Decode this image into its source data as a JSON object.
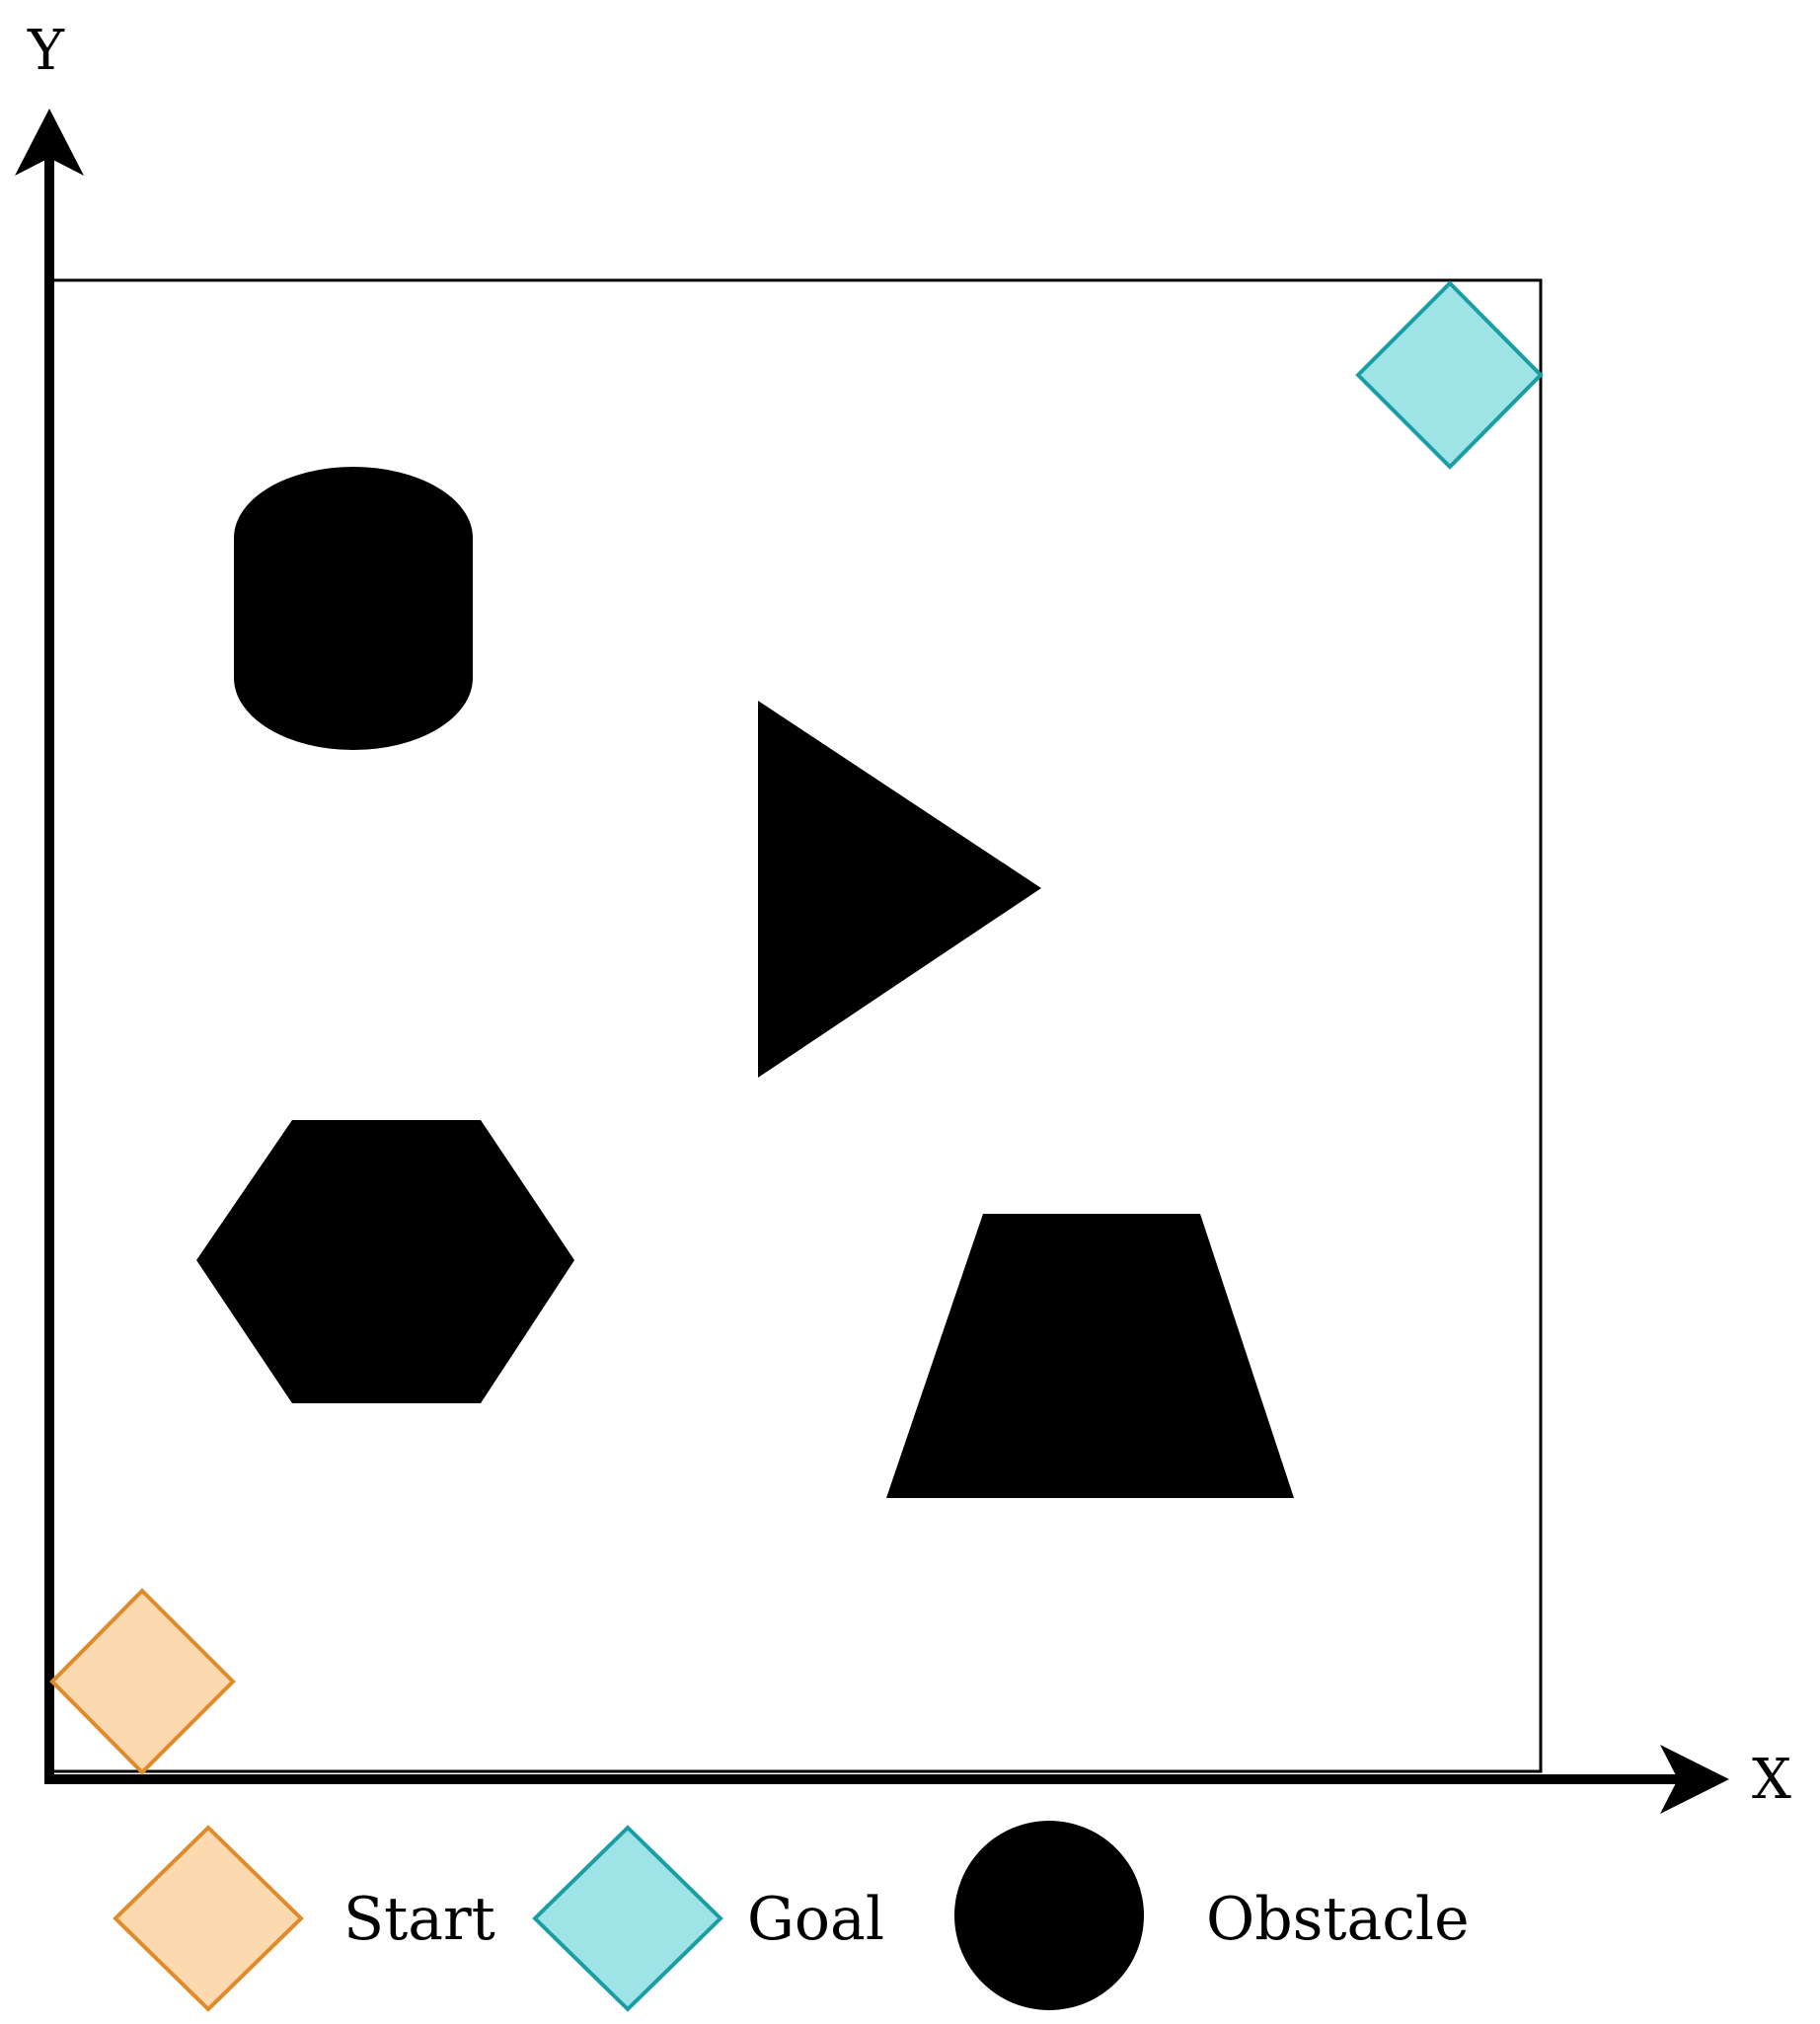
{
  "axes": {
    "x_label": "X",
    "y_label": "Y"
  },
  "workspace": {
    "start": {
      "shape": "diamond",
      "fill": "#fdd9b0",
      "stroke": "#e08a2a"
    },
    "goal": {
      "shape": "diamond",
      "fill": "#9ee4e6",
      "stroke": "#1a9ea4"
    },
    "obstacles": [
      {
        "shape": "cylinder",
        "fill": "#000000"
      },
      {
        "shape": "triangle",
        "fill": "#000000"
      },
      {
        "shape": "hexagon",
        "fill": "#000000"
      },
      {
        "shape": "trapezoid",
        "fill": "#000000"
      }
    ]
  },
  "legend": {
    "items": [
      {
        "label": "Start",
        "icon": "start-diamond-icon"
      },
      {
        "label": "Goal",
        "icon": "goal-diamond-icon"
      },
      {
        "label": "Obstacle",
        "icon": "obstacle-circle-icon"
      }
    ]
  },
  "colors": {
    "axis": "#000000",
    "boundary": "#000000",
    "start_fill": "#fdd9b0",
    "start_stroke": "#e08a2a",
    "goal_fill": "#9ee4e6",
    "goal_stroke": "#1a9ea4",
    "obstacle": "#000000"
  }
}
